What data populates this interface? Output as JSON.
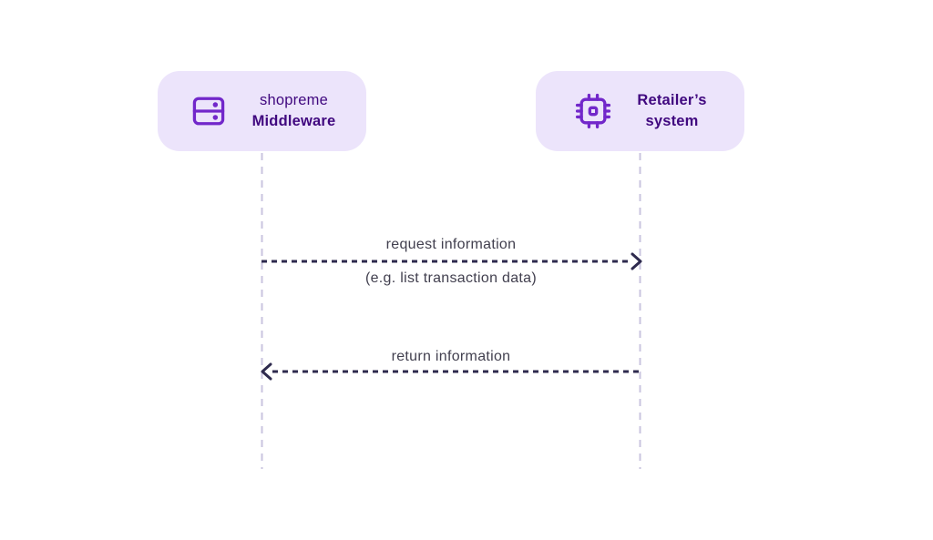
{
  "diagram": {
    "title": "shopreme middleware sequence diagram",
    "actors": [
      {
        "id": "shopreme-middleware",
        "icon": "server-icon",
        "line1": "shopreme",
        "line2": "Middleware"
      },
      {
        "id": "retailer-system",
        "icon": "chip-icon",
        "line1": "Retailer’s",
        "line2": "system"
      }
    ],
    "messages": [
      {
        "label": "request information",
        "sublabel": "(e.g. list transaction data)",
        "from": "shopreme-middleware",
        "to": "retailer-system",
        "direction": "right",
        "style": "dashed"
      },
      {
        "label": "return information",
        "sublabel": "",
        "from": "retailer-system",
        "to": "shopreme-middleware",
        "direction": "left",
        "style": "dashed"
      }
    ],
    "colors": {
      "background": "#ffffff",
      "actor_box_fill": "#ece4fb",
      "actor_icon": "#7227ca",
      "actor_text": "#40087f",
      "lifeline": "#c9c4df",
      "arrow": "#2e2a4e",
      "message_text": "#42404f"
    }
  }
}
